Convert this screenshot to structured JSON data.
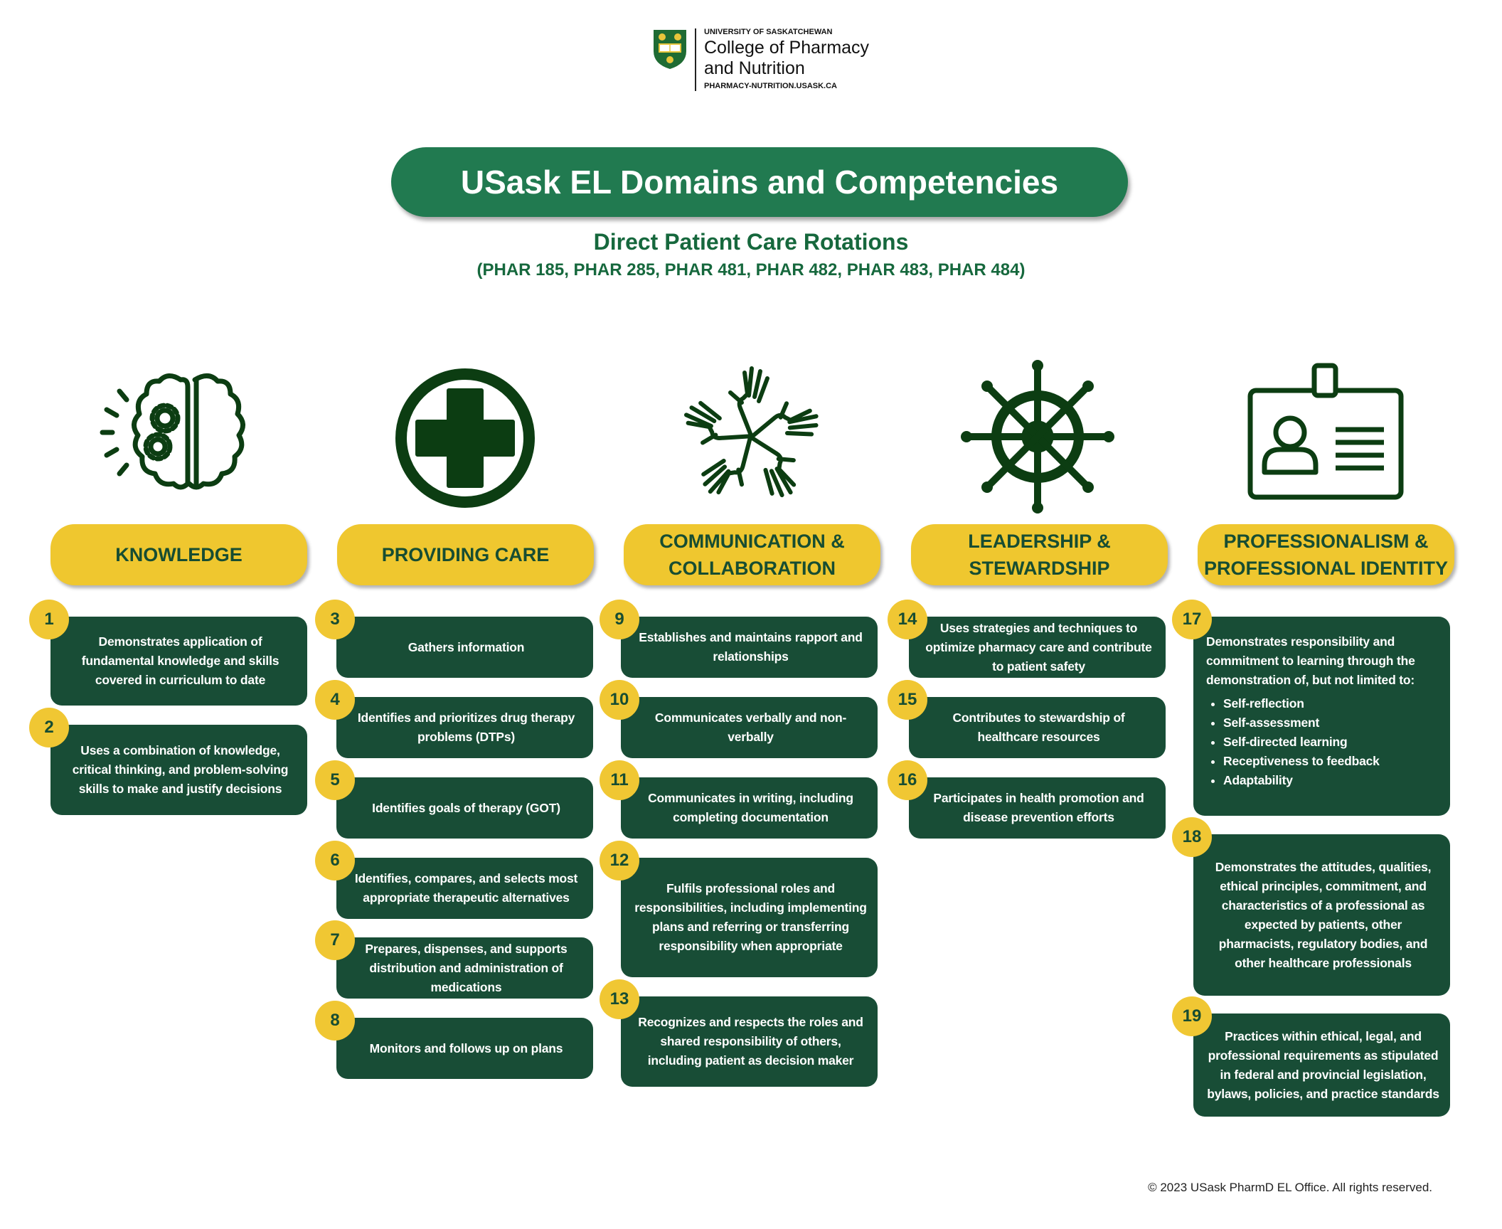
{
  "header": {
    "university": "UNIVERSITY OF SASKATCHEWAN",
    "college_line1": "College of Pharmacy",
    "college_line2": "and Nutrition",
    "url": "PHARMACY-NUTRITION.USASK.CA"
  },
  "title": "USask EL Domains and Competencies",
  "subtitle": "Direct Patient Care Rotations",
  "courses": "(PHAR 185, PHAR 285, PHAR 481, PHAR 482, PHAR 483, PHAR 484)",
  "colors": {
    "title_green": "#217a50",
    "card_green": "#184d36",
    "yellow": "#efc72f",
    "icon_green": "#0c3d12"
  },
  "domains": [
    {
      "label": "KNOWLEDGE",
      "icon": "brain-gears-icon"
    },
    {
      "label": "PROVIDING CARE",
      "icon": "medical-cross-icon"
    },
    {
      "label": "COMMUNICATION & COLLABORATION",
      "icon": "hands-together-icon"
    },
    {
      "label": "LEADERSHIP & STEWARDSHIP",
      "icon": "ship-wheel-icon"
    },
    {
      "label": "PROFESSIONALISM & PROFESSIONAL IDENTITY",
      "icon": "id-badge-icon"
    }
  ],
  "competencies": {
    "c1": {
      "num": "1",
      "text": "Demonstrates application of fundamental knowledge and skills covered in curriculum to date"
    },
    "c2": {
      "num": "2",
      "text": "Uses a combination of knowledge, critical thinking, and problem-solving skills to make and justify decisions"
    },
    "c3": {
      "num": "3",
      "text": "Gathers information"
    },
    "c4": {
      "num": "4",
      "text": "Identifies and prioritizes drug therapy problems (DTPs)"
    },
    "c5": {
      "num": "5",
      "text": "Identifies goals of therapy (GOT)"
    },
    "c6": {
      "num": "6",
      "text": "Identifies, compares, and selects most appropriate therapeutic alternatives"
    },
    "c7": {
      "num": "7",
      "text": "Prepares, dispenses, and supports distribution and administration of medications"
    },
    "c8": {
      "num": "8",
      "text": "Monitors and follows up on plans"
    },
    "c9": {
      "num": "9",
      "text": "Establishes and maintains rapport and relationships"
    },
    "c10": {
      "num": "10",
      "text": "Communicates verbally and non-verbally"
    },
    "c11": {
      "num": "11",
      "text": "Communicates in writing, including completing documentation"
    },
    "c12": {
      "num": "12",
      "text": "Fulfils professional roles and responsibilities, including implementing plans and referring or transferring responsibility when appropriate"
    },
    "c13": {
      "num": "13",
      "text": "Recognizes and respects the roles and shared responsibility of others, including patient as decision maker"
    },
    "c14": {
      "num": "14",
      "text": "Uses strategies and techniques to optimize pharmacy care and contribute to patient safety"
    },
    "c15": {
      "num": "15",
      "text": "Contributes to stewardship of healthcare resources"
    },
    "c16": {
      "num": "16",
      "text": "Participates in health promotion and disease prevention efforts"
    },
    "c17": {
      "num": "17",
      "text": "Demonstrates responsibility and commitment to learning through the demonstration of, but not limited to:",
      "bullets": [
        "Self-reflection",
        "Self-assessment",
        "Self-directed learning",
        "Receptiveness to feedback",
        "Adaptability"
      ]
    },
    "c18": {
      "num": "18",
      "text": "Demonstrates the attitudes, qualities, ethical principles, commitment, and characteristics of a professional as expected by patients, other pharmacists, regulatory bodies, and other healthcare professionals"
    },
    "c19": {
      "num": "19",
      "text": "Practices within ethical, legal, and professional requirements as stipulated in federal and provincial legislation, bylaws, policies, and practice standards"
    }
  },
  "footer": {
    "copyright": "© 2023 USask PharmD EL Office. All rights reserved."
  }
}
